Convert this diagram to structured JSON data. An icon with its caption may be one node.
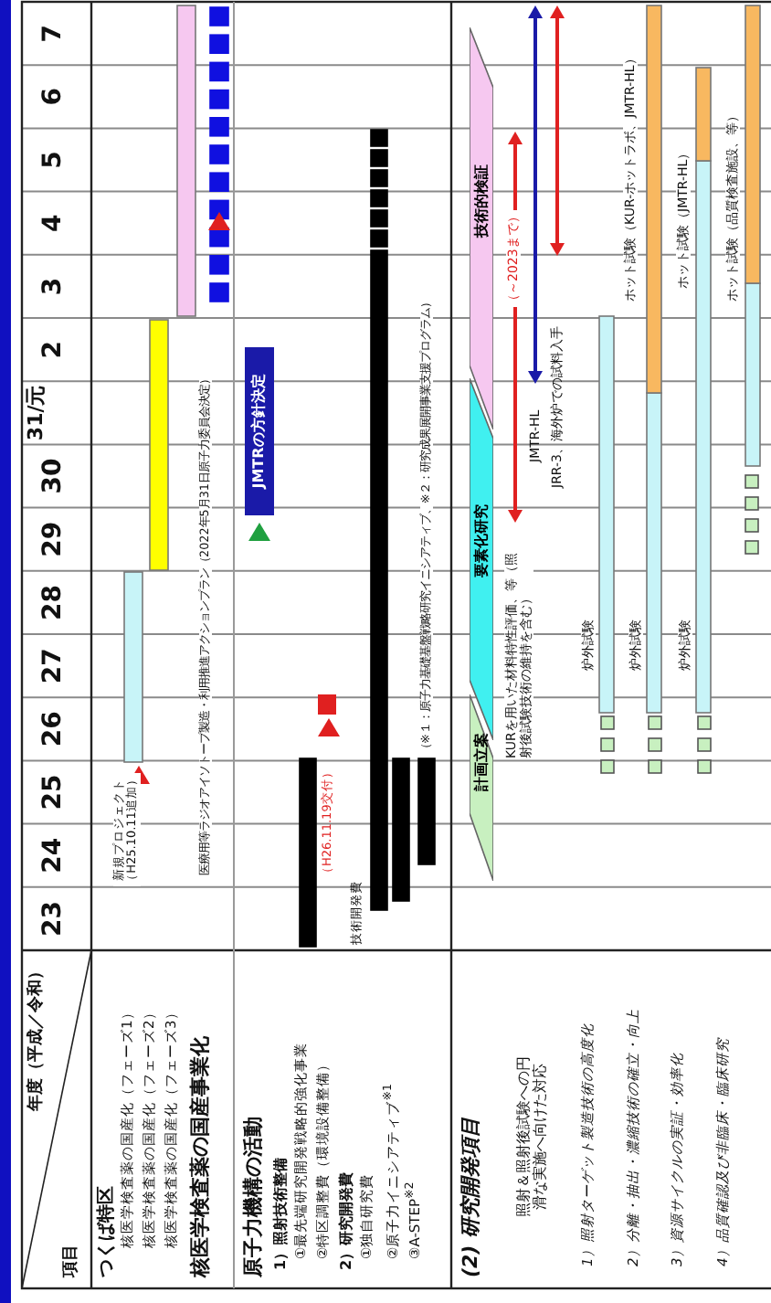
{
  "diagram": {
    "nodes": [
      {
        "text": [
          "JMTRの方針決定"
        ]
      },
      {
        "text": [
          "計画立案"
        ]
      },
      {
        "text": [
          "要素化研究"
        ]
      },
      {
        "text": [
          "技術的検証"
        ]
      }
    ],
    "labels": [
      "年度（平成／令和）",
      "項目",
      "23",
      "24",
      "25",
      "26",
      "27",
      "28",
      "29",
      "30",
      "31/元",
      "2",
      "3",
      "4",
      "5",
      "6",
      "7",
      "つくば特区",
      "核医学検査薬の国産化（フェーズ1）",
      "核医学検査薬の国産化（フェーズ2）",
      "核医学検査薬の国産化（フェーズ3）",
      "核医学検査薬の国産事業化",
      "新規プロジェクト（H25.10.11追加）",
      "医療用等ラジオアイソトープ製造・利用推進アクションプラン（2022年5月31日原子力委員会決定）",
      "原子力機構の活動",
      "1）照射技術整備",
      "①最先端研究開発戦略的強化事業",
      "②特区調整費（環境設備整備）",
      "2）研究開発費",
      "①独自研究費",
      "②原子力イニシアティブ$^{※1}$",
      "③A-STEP$^{※2}$",
      "技術開発費",
      "（H26.11.19交付）",
      "（※１：原子力基礎基盤戦略研究イニシアティブ、※２：研究成果展開事業支援プログラム）",
      "(2) 研究開発項目",
      "照射＆照射後試験への円滑な実施へ向けた対応",
      "1）照射ターゲット製造技術の高度化",
      "2）分離・抽出・濃縮技術の確立・向上",
      "3）資源サイクルの実証・効率化",
      "4）品質確認及び非臨床・臨床研究",
      "KURを用いた材料特性評価、等（照射後試験技術の維持を含む）",
      "（～2023まで）",
      "JMTR-HL",
      "JRR-3、海外炉での試料入手",
      "ホット試験（KUR-ホットラボ、JMTR-HL）",
      "ホット試験（JMTR-HL）",
      "ホット試験（品質検査施設、等）",
      "炉外試験",
      "炉外試験",
      "炉外試験"
    ]
  }
}
